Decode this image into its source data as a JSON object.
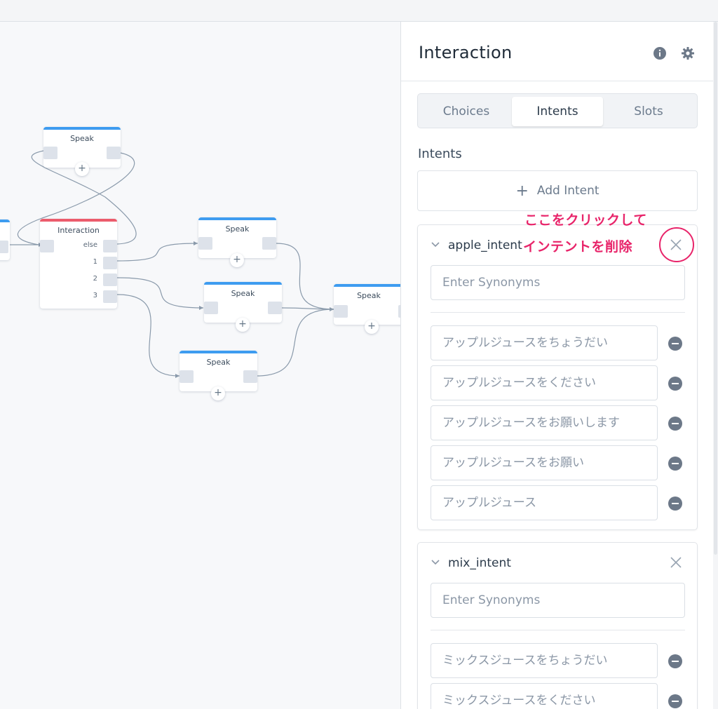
{
  "canvas": {
    "nodes": [
      {
        "id": "speak1",
        "title": "Speak"
      },
      {
        "id": "interaction",
        "title": "Interaction",
        "choices": [
          "else",
          "1",
          "2",
          "3"
        ]
      },
      {
        "id": "speak2",
        "title": "Speak"
      },
      {
        "id": "speak3",
        "title": "Speak"
      },
      {
        "id": "speak4",
        "title": "Speak"
      },
      {
        "id": "speak5",
        "title": "Speak"
      }
    ],
    "plus_symbol": "+"
  },
  "panel": {
    "title": "Interaction",
    "icons": {
      "info": "info-icon",
      "settings": "gear-icon"
    },
    "tabs": [
      {
        "label": "Choices",
        "active": false
      },
      {
        "label": "Intents",
        "active": true
      },
      {
        "label": "Slots",
        "active": false
      }
    ],
    "section_label": "Intents",
    "add_intent_label": "Add Intent",
    "add_intent_symbol": "+",
    "intents": [
      {
        "name": "apple_intent",
        "synonyms_placeholder": "Enter Synonyms",
        "utterances": [
          "アップルジュースをちょうだい",
          "アップルジュースをください",
          "アップルジュースをお願いします",
          "アップルジュースをお願い",
          "アップルジュース"
        ]
      },
      {
        "name": "mix_intent",
        "synonyms_placeholder": "Enter Synonyms",
        "utterances": [
          "ミックスジュースをちょうだい",
          "ミックスジュースをください"
        ]
      }
    ]
  },
  "annotation": {
    "line1": "ここをクリックして",
    "line2": "インテントを削除",
    "color": "#e8246a"
  },
  "colors": {
    "speak_accent": "#3e9cf0",
    "interaction_accent": "#ec5c6c"
  }
}
